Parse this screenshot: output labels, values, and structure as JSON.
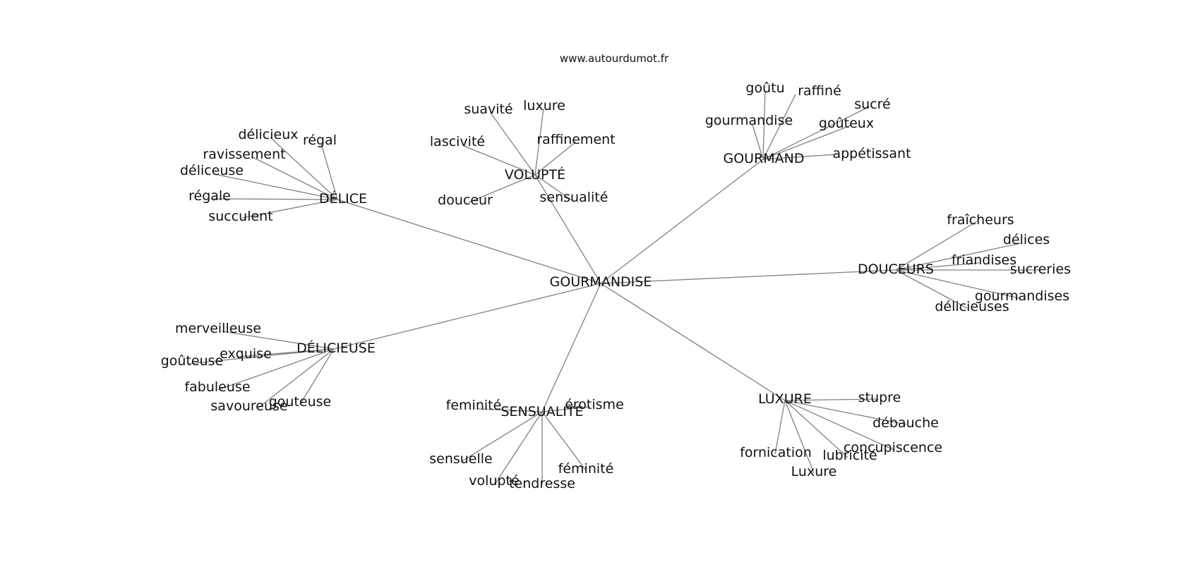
{
  "source": "www.autourdumot.fr",
  "root": "GOURMANDISE",
  "hubs": [
    {
      "id": "delice",
      "label": "DÉLICE",
      "leaves": [
        "délicieux",
        "régal",
        "ravissement",
        "déliceuse",
        "régale",
        "succulent"
      ]
    },
    {
      "id": "volupte",
      "label": "VOLUPTÉ",
      "leaves": [
        "suavité",
        "luxure",
        "lascivité",
        "raffinement",
        "douceur",
        "sensualité"
      ]
    },
    {
      "id": "gourmand",
      "label": "GOURMAND",
      "leaves": [
        "goûtu",
        "raffiné",
        "sucré",
        "gourmandise",
        "goûteux",
        "appétissant"
      ]
    },
    {
      "id": "douceurs",
      "label": "DOUCEURS",
      "leaves": [
        "fraîcheurs",
        "délices",
        "friandises",
        "sucreries",
        "gourmandises",
        "délicieuses"
      ]
    },
    {
      "id": "delicieuse",
      "label": "DÉLICIEUSE",
      "leaves": [
        "merveilleuse",
        "exquise",
        "goûteuse",
        "fabuleuse",
        "savoureuse",
        "gouteuse"
      ]
    },
    {
      "id": "sensualite",
      "label": "SENSUALITÉ",
      "leaves": [
        "feminité",
        "érotisme",
        "sensuelle",
        "volupté",
        "tendresse",
        "féminité"
      ]
    },
    {
      "id": "luxure",
      "label": "LUXURE",
      "leaves": [
        "stupre",
        "débauche",
        "concupiscence",
        "fornication",
        "lubricité",
        "Luxure"
      ]
    }
  ]
}
